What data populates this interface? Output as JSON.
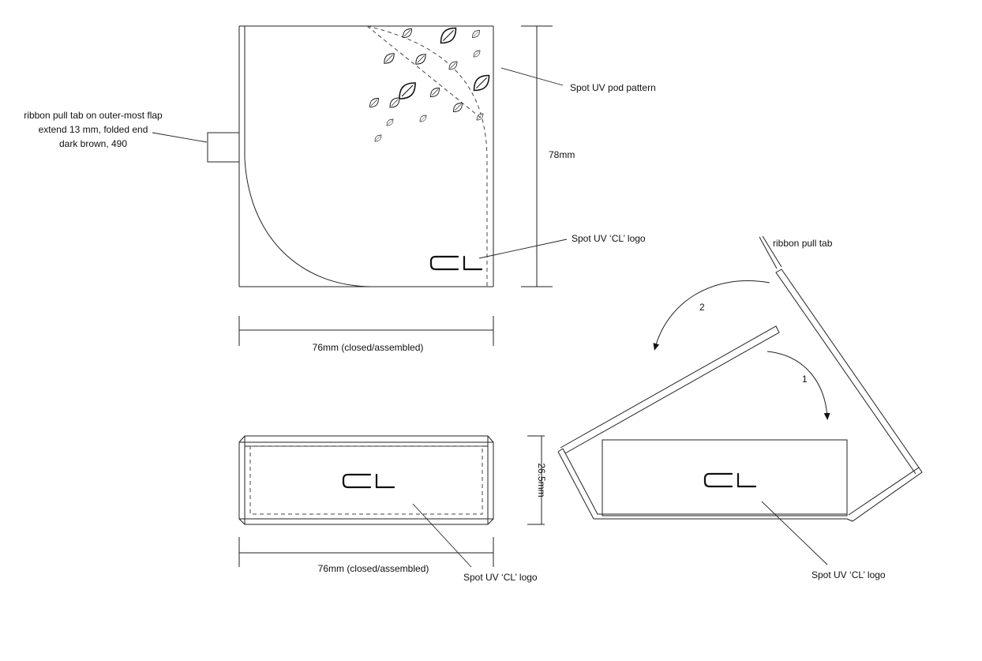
{
  "labels": {
    "ribbon_tab_note": [
      "ribbon pull tab on outer-most flap",
      "extend 13 mm, folded end",
      "dark brown, 490"
    ],
    "pod_pattern": "Spot UV pod pattern",
    "height_dim": "78mm",
    "logo_callout_top": "Spot UV ‘CL’ logo",
    "width_dim_top": "76mm (closed/assembled)",
    "ribbon_pull_tab": "ribbon pull tab",
    "step_2": "2",
    "step_1": "1",
    "depth_dim": "26.5mm",
    "width_dim_bottom": "76mm (closed/assembled)",
    "logo_callout_front": "Spot UV ‘CL’ logo",
    "logo_callout_open": "Spot UV ‘CL’ logo"
  },
  "icons": [
    "leaf-icon",
    "cl-logo-icon",
    "arrow-icon"
  ]
}
